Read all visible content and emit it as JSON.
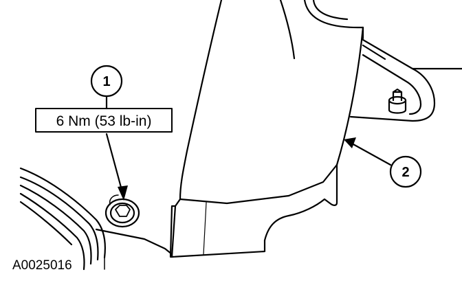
{
  "callouts": [
    {
      "number": "1"
    },
    {
      "number": "2"
    }
  ],
  "torque_spec": "6 Nm (53 lb-in)",
  "figure_id": "A0025016",
  "colors": {
    "ink": "#000000",
    "paper": "#ffffff"
  }
}
